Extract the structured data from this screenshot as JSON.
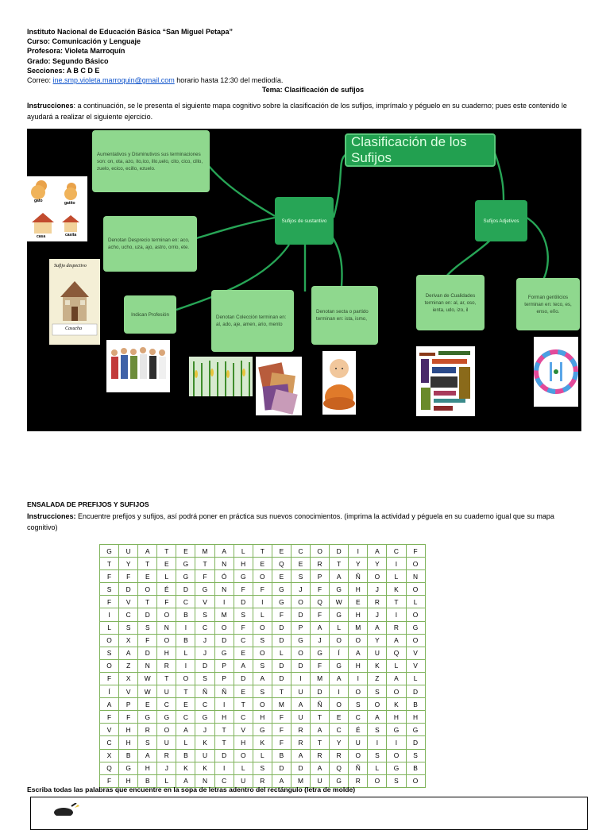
{
  "header": {
    "school": "Instituto Nacional de Educación Básica “San Miguel Petapa”",
    "course": "Curso: Comunicación y Lenguaje",
    "teacher": "Profesora: Violeta Marroquín",
    "grade": "Grado: Segundo Básico",
    "sections": "Secciones: A B C D E",
    "email_label": "Correo:",
    "email": "ine.smp.violeta.marroquin@gmail.com",
    "hours": "horario hasta 12:30 del mediodía.",
    "topic": "Tema: Clasificación de sufijos"
  },
  "instructions1": {
    "label": "Instrucciones",
    "text": ": a continuación, se le presenta el siguiente mapa cognitivo sobre la clasificación de los sufijos, imprímalo y péguelo en su cuaderno; pues este contenido le ayudará a realizar el siguiente ejercicio."
  },
  "mind_map": {
    "title": "Clasificación de los Sufijos",
    "noun_suffixes": "Sufijos de sustantivo",
    "adjective_suffixes": "Sufijos Adjetivos",
    "augmentatives": "Aumentativos y Disminutivos sus terminaciones son: on, ota, azo, ito,ico, illo,uelo, cito, cico, cillo, zuelo, ecico, ecillo, ezuelo.",
    "pejorative": "Denotan Desprecio terminan en: aco, acho, ucho, uza, ajo, astro, orrio, ete.",
    "profession": "Indican Profesión",
    "collection": "Denotan Colección terminan en: al, ado, aje, amen, ario, mento",
    "sect": "Denotan secta o partido terminan en: ista, ismo,",
    "qualities": "Derivan de Cualidades terminan en: al, ar, oso, ienta, udo, izo, il",
    "gentilicios": "Forman gentilicios terminan en: teco, es, enso, eño.",
    "img_cats": [
      "gato",
      "gatito",
      "casa",
      "casita"
    ],
    "img_pejorative_title": "Sufijo despectivo",
    "img_pejorative_caption": "Casucha"
  },
  "word_search": {
    "title": "ENSALADA DE PREFIJOS Y SUFIJOS",
    "instr_label": "Instrucciones:",
    "instr_text": " Encuentre prefijos y sufijos, así podrá poner en práctica sus nuevos conocimientos. (imprima la actividad y péguela en su cuaderno igual que su mapa cognitivo)",
    "grid": [
      [
        "G",
        "U",
        "A",
        "T",
        "E",
        "M",
        "A",
        "L",
        "T",
        "E",
        "C",
        "O",
        "D",
        "I",
        "A",
        "C",
        "F"
      ],
      [
        "T",
        "Y",
        "T",
        "E",
        "G",
        "T",
        "N",
        "H",
        "E",
        "Q",
        "E",
        "R",
        "T",
        "Y",
        "Y",
        "I",
        "O"
      ],
      [
        "F",
        "F",
        "E",
        "L",
        "G",
        "F",
        "Ó",
        "G",
        "O",
        "E",
        "S",
        "P",
        "A",
        "Ñ",
        "O",
        "L",
        "N"
      ],
      [
        "S",
        "D",
        "O",
        "É",
        "D",
        "G",
        "N",
        "F",
        "F",
        "G",
        "J",
        "F",
        "G",
        "H",
        "J",
        "K",
        "O"
      ],
      [
        "F",
        "V",
        "T",
        "F",
        "C",
        "V",
        "I",
        "D",
        "I",
        "G",
        "O",
        "Q",
        "W",
        "E",
        "R",
        "T",
        "L"
      ],
      [
        "I",
        "C",
        "D",
        "O",
        "B",
        "S",
        "M",
        "S",
        "L",
        "F",
        "D",
        "F",
        "G",
        "H",
        "J",
        "I",
        "O"
      ],
      [
        "L",
        "S",
        "S",
        "N",
        "I",
        "C",
        "O",
        "F",
        "O",
        "D",
        "P",
        "A",
        "L",
        "M",
        "A",
        "R",
        "G"
      ],
      [
        "O",
        "X",
        "F",
        "O",
        "B",
        "J",
        "D",
        "C",
        "S",
        "D",
        "G",
        "J",
        "O",
        "O",
        "Y",
        "A",
        "O"
      ],
      [
        "S",
        "A",
        "D",
        "H",
        "L",
        "J",
        "G",
        "E",
        "O",
        "L",
        "O",
        "G",
        "Í",
        "A",
        "U",
        "Q",
        "V"
      ],
      [
        "O",
        "Z",
        "N",
        "R",
        "I",
        "D",
        "P",
        "A",
        "S",
        "D",
        "D",
        "F",
        "G",
        "H",
        "K",
        "L",
        "V"
      ],
      [
        "F",
        "X",
        "W",
        "T",
        "O",
        "S",
        "P",
        "D",
        "A",
        "D",
        "I",
        "M",
        "A",
        "I",
        "Z",
        "A",
        "L"
      ],
      [
        "Í",
        "V",
        "W",
        "U",
        "T",
        "Ñ",
        "Ñ",
        "E",
        "S",
        "T",
        "U",
        "D",
        "I",
        "O",
        "S",
        "O",
        "D"
      ],
      [
        "A",
        "P",
        "E",
        "C",
        "E",
        "C",
        "I",
        "T",
        "O",
        "M",
        "A",
        "Ñ",
        "O",
        "S",
        "O",
        "K",
        "B"
      ],
      [
        "F",
        "F",
        "G",
        "G",
        "C",
        "G",
        "H",
        "C",
        "H",
        "F",
        "U",
        "T",
        "E",
        "C",
        "A",
        "H",
        "H"
      ],
      [
        "V",
        "H",
        "R",
        "O",
        "A",
        "J",
        "T",
        "V",
        "G",
        "F",
        "R",
        "A",
        "C",
        "É",
        "S",
        "G",
        "G"
      ],
      [
        "C",
        "H",
        "S",
        "U",
        "L",
        "K",
        "T",
        "H",
        "K",
        "F",
        "R",
        "T",
        "Y",
        "U",
        "I",
        "I",
        "D"
      ],
      [
        "X",
        "B",
        "A",
        "R",
        "B",
        "U",
        "D",
        "O",
        "L",
        "B",
        "A",
        "R",
        "R",
        "O",
        "S",
        "O",
        "S"
      ],
      [
        "Q",
        "G",
        "H",
        "J",
        "K",
        "K",
        "I",
        "L",
        "S",
        "D",
        "D",
        "A",
        "Q",
        "Ñ",
        "L",
        "G",
        "B"
      ],
      [
        "F",
        "H",
        "B",
        "L",
        "A",
        "N",
        "C",
        "U",
        "R",
        "A",
        "M",
        "U",
        "G",
        "R",
        "O",
        "S",
        "O"
      ]
    ],
    "write_instruction": "Escriba todas las palabras que encuentre en la sopa de letras adentro del rectángulo (letra de molde)"
  }
}
